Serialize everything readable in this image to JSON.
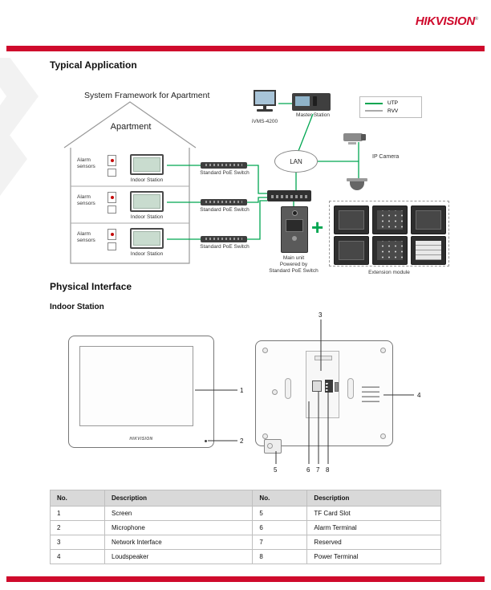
{
  "page": {
    "logo": "HIKVISION",
    "registered": "®"
  },
  "colors": {
    "accent_red": "#cf0a2c",
    "diagram_green": "#00a651"
  },
  "headings": {
    "typical_application": "Typical Application",
    "physical_interface": "Physical Interface",
    "indoor_station": "Indoor Station"
  },
  "diagram": {
    "title": "System Framework for Apartment",
    "apartment": "Apartment",
    "alarm_sensors": "Alarm sensors",
    "indoor_station": "Indoor Station",
    "poe_switch": "Standard PoE Switch",
    "lan": "LAN",
    "ivms": "iVMS-4200",
    "master_station": "Master Station",
    "legend_utp": "UTP",
    "legend_rvv": "RVV",
    "ip_camera": "IP Camera",
    "main_unit_line1": "Main unit",
    "main_unit_line2": "Powered by",
    "main_unit_line3": "Standard PoE Switch",
    "plus": "+",
    "extension_module": "Extension module"
  },
  "device": {
    "front_logo": "HIKVISION",
    "callout_1": "1",
    "callout_2": "2",
    "callout_3": "3",
    "callout_4": "4",
    "callout_5": "5",
    "callout_6": "6",
    "callout_7": "7",
    "callout_8": "8"
  },
  "table": {
    "headers": [
      "No.",
      "Description",
      "No.",
      "Description"
    ],
    "rows": [
      [
        "1",
        "Screen",
        "5",
        "TF Card Slot"
      ],
      [
        "2",
        "Microphone",
        "6",
        "Alarm Terminal"
      ],
      [
        "3",
        "Network Interface",
        "7",
        "Reserved"
      ],
      [
        "4",
        "Loudspeaker",
        "8",
        "Power Terminal"
      ]
    ]
  }
}
